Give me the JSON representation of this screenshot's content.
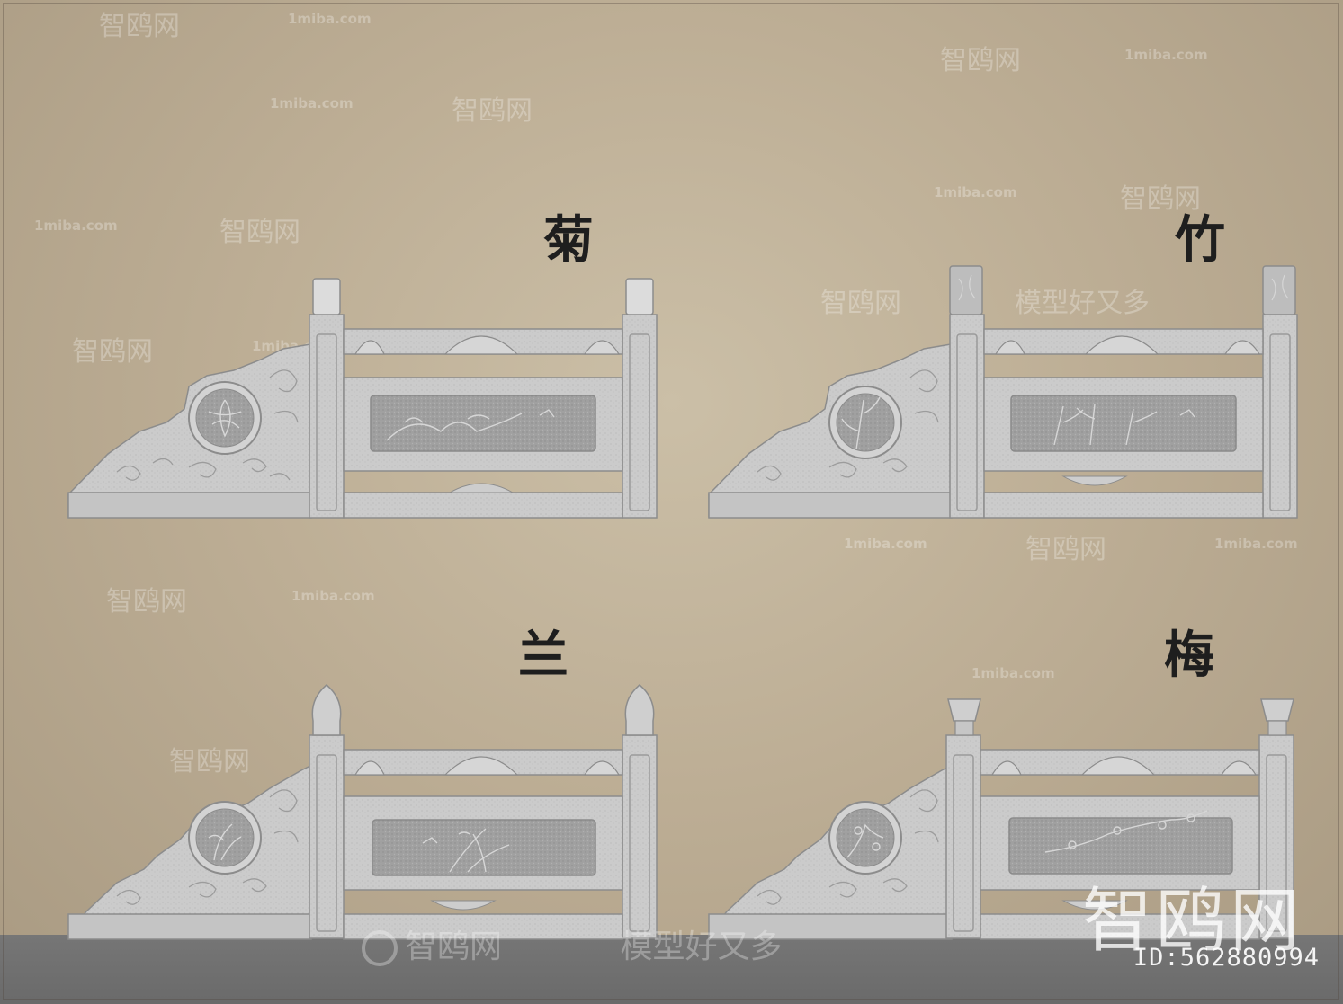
{
  "panels": [
    {
      "label": "菊",
      "motif": "chrysanthemum",
      "cap": "cylinder"
    },
    {
      "label": "竹",
      "motif": "bamboo",
      "cap": "carved-cylinder"
    },
    {
      "label": "兰",
      "motif": "orchid",
      "cap": "bud"
    },
    {
      "label": "梅",
      "motif": "plum",
      "cap": "bowl"
    }
  ],
  "watermarks": {
    "site": "1miba.com",
    "brand": "智鸥网",
    "slogan": "模型好又多",
    "id": "ID:562880994"
  },
  "colors": {
    "background": "#c3b59d",
    "stone": "#c9c9c9",
    "stone_shadow": "#8f8f8f",
    "relief": "#9a9a9a",
    "floor": "#707070"
  }
}
